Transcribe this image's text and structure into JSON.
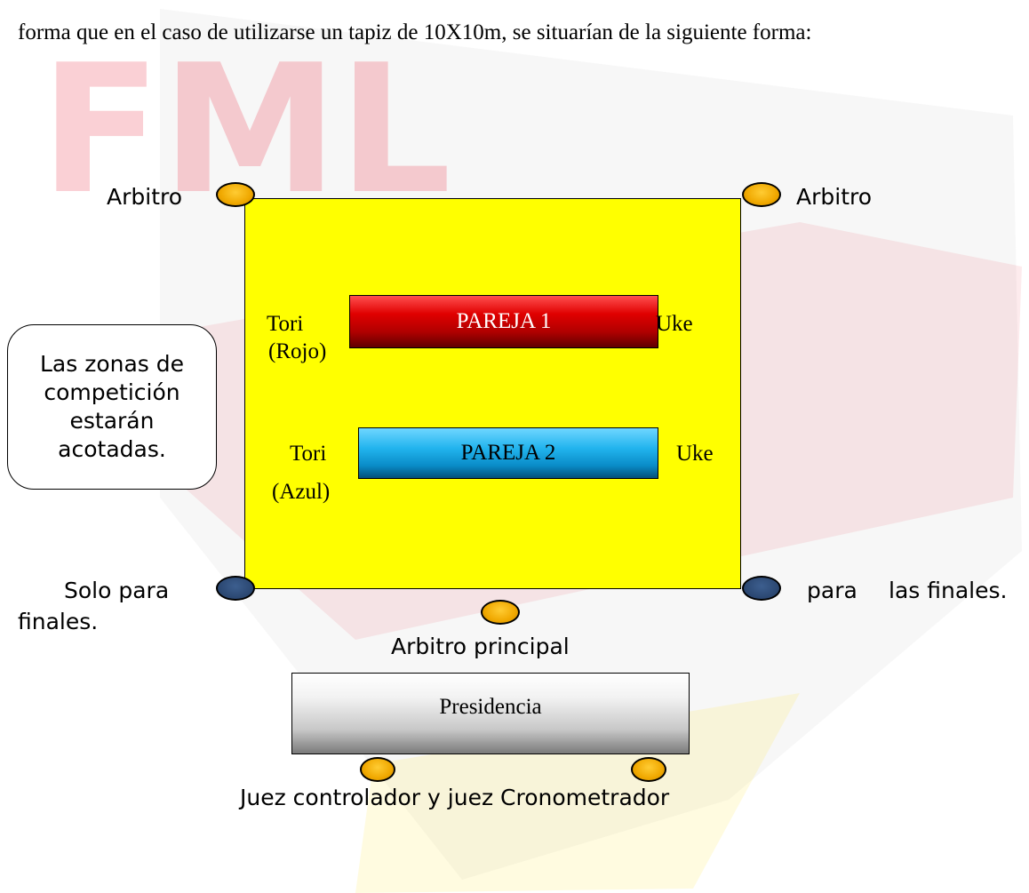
{
  "intro_text": "forma que en el caso de utilizarse un tapiz de 10X10m, se situarían de la siguiente forma:",
  "watermark_text": "FML",
  "labels": {
    "arbitro_left": "Arbitro",
    "arbitro_right": "Arbitro",
    "tori_red": "Tori",
    "tori_red_color": "(Rojo)",
    "uke_red": "Uke",
    "tori_blue": "Tori",
    "tori_blue_color": "(Azul)",
    "uke_blue": "Uke",
    "solo_para": "Solo para",
    "finales_left": "finales.",
    "para_right": "para",
    "las_finales_right": "las finales.",
    "arbitro_principal": "Arbitro principal",
    "jueces": "Juez controlador y juez Cronometrador"
  },
  "pairs": {
    "pareja1": "PAREJA 1",
    "pareja2": "PAREJA 2"
  },
  "presidencia": "Presidencia",
  "callout_lines": [
    "Las zonas de",
    "competición",
    "estarán",
    "acotadas."
  ],
  "colors": {
    "mat": "#ffff00",
    "pareja1": "#d40000",
    "pareja2": "#1aa7e6",
    "referee_gold": "#f0a800",
    "referee_finals_navy": "#2a4670",
    "watermark": "#e8001c"
  }
}
